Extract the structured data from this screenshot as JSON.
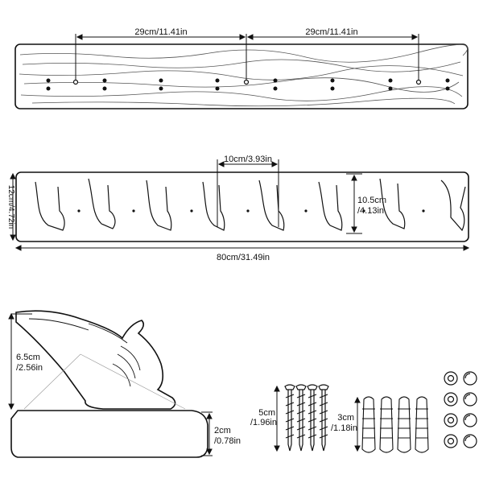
{
  "diagram": {
    "back_panel": {
      "dim_left": "29cm/11.41in",
      "dim_right": "29cm/11.41in"
    },
    "front_view": {
      "hook_spacing": "10cm/3.93in",
      "hook_height": "10.5cm",
      "hook_height_in": "/4.13in",
      "panel_height": "12cm/4.72in",
      "panel_length": "80cm/31.49in"
    },
    "side_view": {
      "hook_height": "6.5cm",
      "hook_height_in": "/2.56in",
      "board_thickness": "2cm",
      "board_thickness_in": "/0.78in"
    },
    "hardware": {
      "screw_length": "5cm",
      "screw_length_in": "/1.96in",
      "anchor_length": "3cm",
      "anchor_length_in": "/1.18in"
    }
  }
}
